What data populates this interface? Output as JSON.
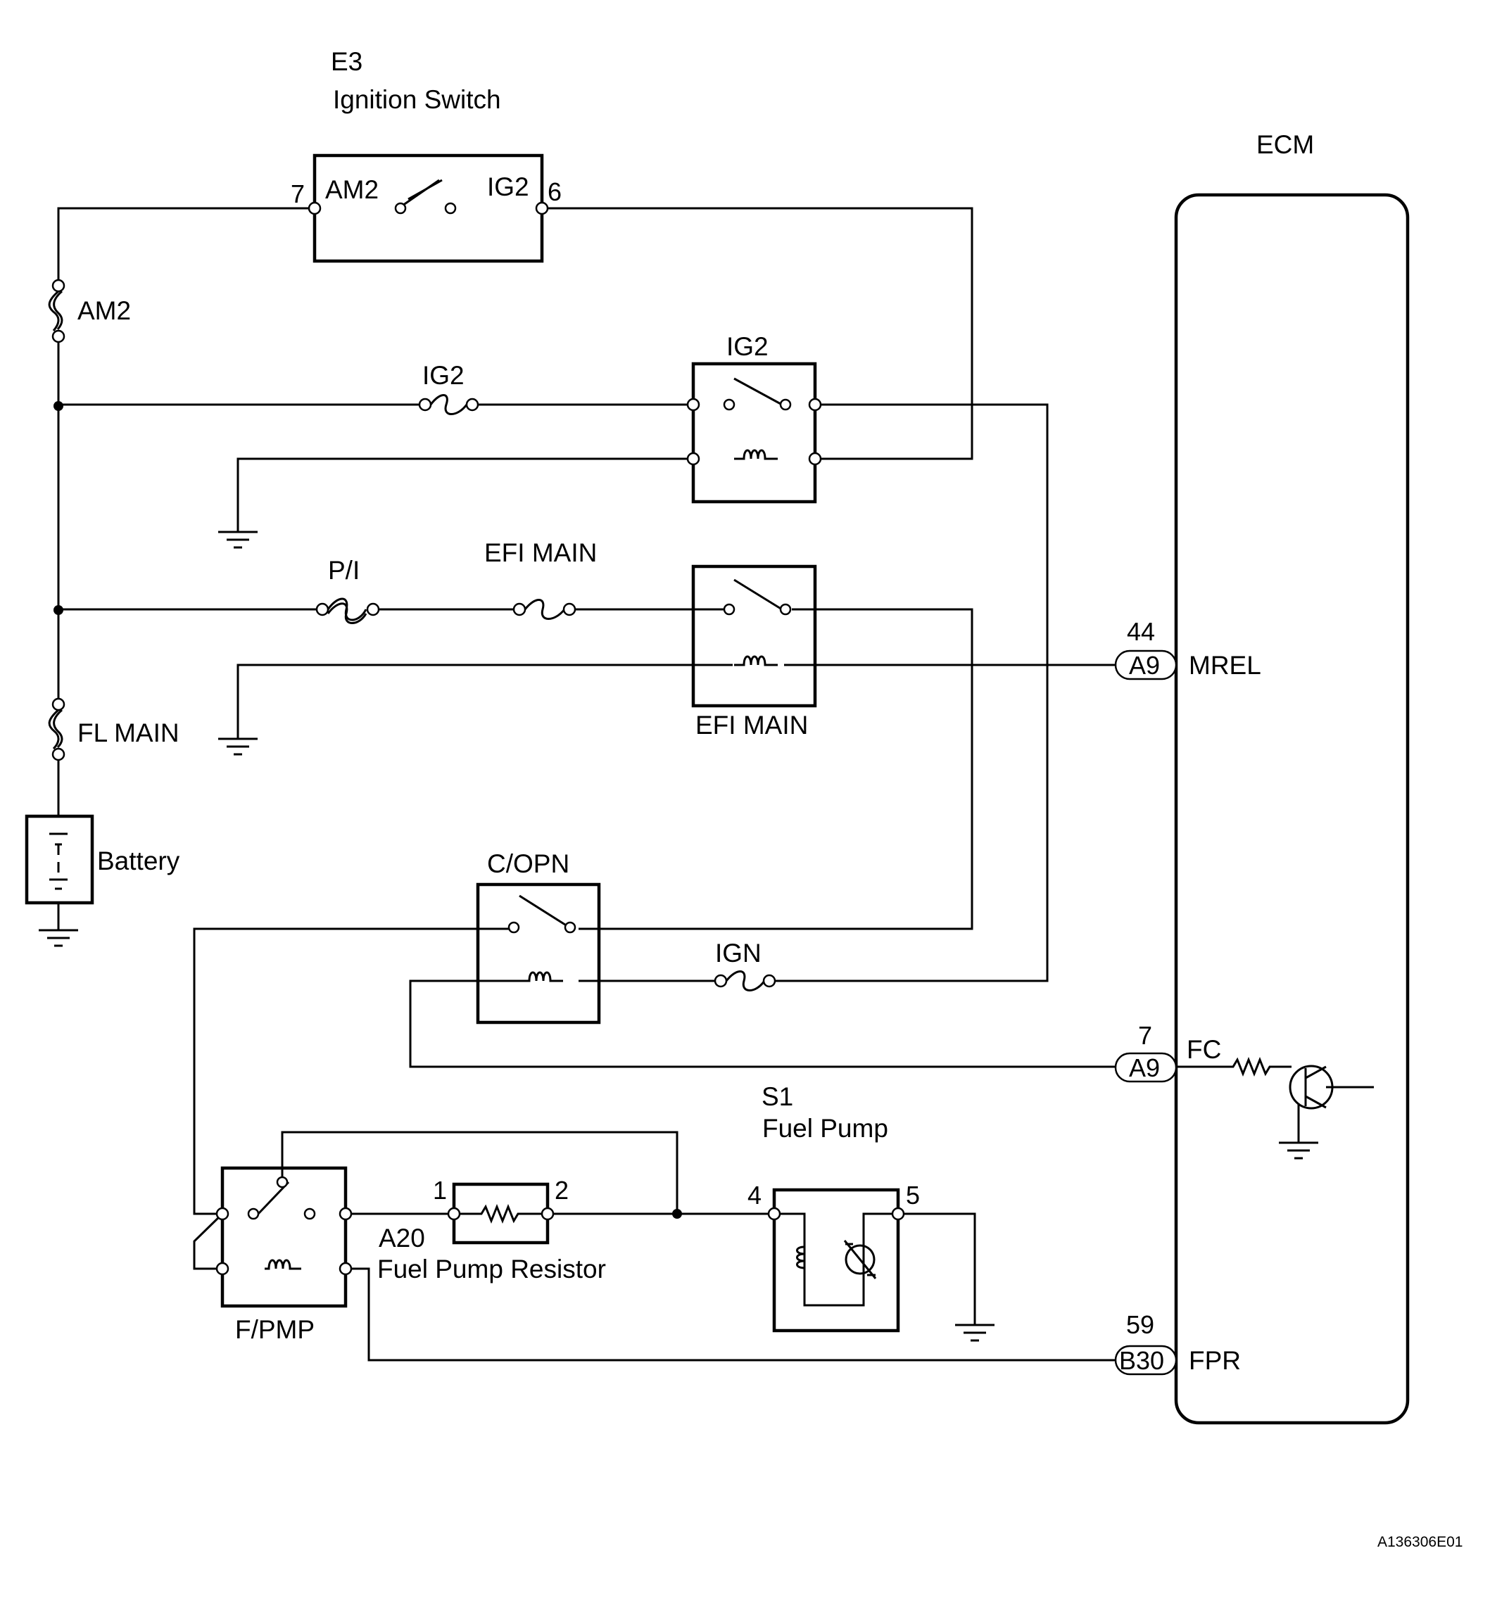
{
  "ignition_switch": {
    "code": "E3",
    "name": "Ignition Switch",
    "terminal_left": "AM2",
    "terminal_right": "IG2",
    "pin_left": "7",
    "pin_right": "6"
  },
  "ecm": {
    "name": "ECM"
  },
  "fuses": {
    "am2": "AM2",
    "ig2": "IG2",
    "pi": "P/I",
    "efi_main": "EFI MAIN",
    "fl_main": "FL MAIN",
    "ign": "IGN"
  },
  "relays": {
    "ig2": "IG2",
    "efi_main": "EFI MAIN",
    "copn": "C/OPN",
    "fpmp": "F/PMP"
  },
  "battery": "Battery",
  "ecm_terminals": [
    {
      "pin": "44",
      "connector": "A9",
      "signal": "MREL"
    },
    {
      "pin": "7",
      "connector": "A9",
      "signal": "FC"
    },
    {
      "pin": "59",
      "connector": "B30",
      "signal": "FPR"
    }
  ],
  "fuel_pump": {
    "code": "S1",
    "name": "Fuel Pump",
    "pin_in": "4",
    "pin_out": "5"
  },
  "resistor": {
    "code": "A20",
    "name": "Fuel Pump Resistor",
    "pin_1": "1",
    "pin_2": "2"
  },
  "image_code": "A136306E01"
}
